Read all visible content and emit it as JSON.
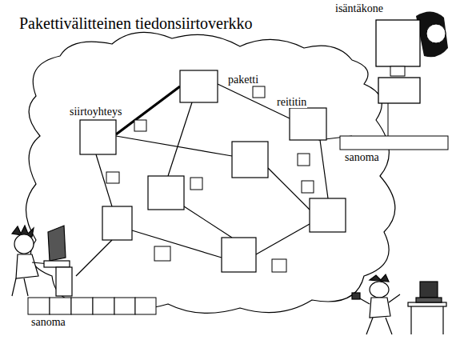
{
  "diagram": {
    "title": "Pakettivälitteinen tiedonsiirtoverkko",
    "labels": [
      "isäntäkone",
      "paketti",
      "reititin",
      "siirtoyhteys",
      "sanoma",
      "sanoma"
    ]
  }
}
